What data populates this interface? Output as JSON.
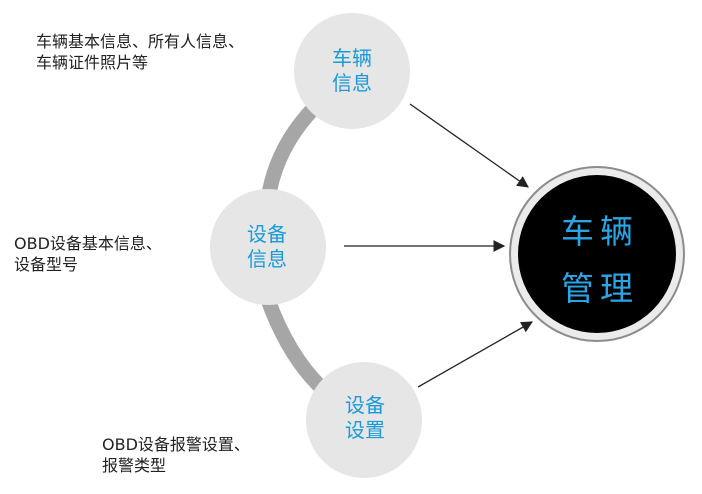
{
  "colors": {
    "node_fill": "#e6e6e6",
    "node_text": "#1a9bd8",
    "hub_fill": "#000000",
    "hub_ring": "#8c8c8c",
    "hub_text": "#2aa6e6",
    "connector_arc": "#a6a6a6",
    "arrow": "#222222",
    "desc_text": "#222222"
  },
  "hub": {
    "line1": "车辆",
    "line2": "管理"
  },
  "nodes": {
    "vehicle_info": {
      "line1": "车辆",
      "line2": "信息"
    },
    "device_info": {
      "line1": "设备",
      "line2": "信息"
    },
    "device_settings": {
      "line1": "设备",
      "line2": "设置"
    }
  },
  "descriptions": {
    "vehicle_info": {
      "line1": "车辆基本信息、所有人信息、",
      "line2": "车辆证件照片等"
    },
    "device_info": {
      "line1": "OBD设备基本信息、",
      "line2": "设备型号"
    },
    "device_settings": {
      "line1": "OBD设备报警设置、",
      "line2": "报警类型"
    }
  }
}
